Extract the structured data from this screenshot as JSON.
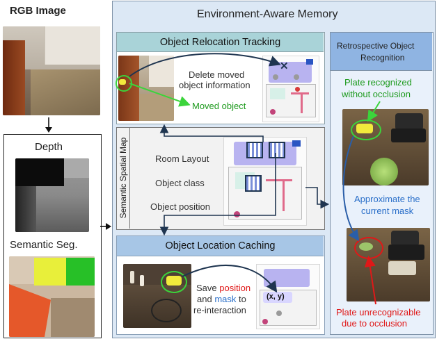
{
  "left": {
    "rgb_title": "RGB Image",
    "depth_title": "Depth",
    "semantic_title": "Semantic Seg."
  },
  "memory": {
    "title": "Environment-Aware Memory",
    "relocation": {
      "title": "Object Relocation Tracking",
      "delete_line1": "Delete moved",
      "delete_line2": "object information",
      "moved_label": "Moved object"
    },
    "spatial_map": {
      "side_label": "Semantic Spatial Map",
      "items": [
        "Room Layout",
        "Object class",
        "Object position"
      ]
    },
    "caching": {
      "title": "Object Location Caching",
      "line1_pre": "Save ",
      "line1_em": "position",
      "line2_pre": "and ",
      "line2_em": "mask",
      "line2_post": " to",
      "line3": "re-interaction",
      "coord_label": "(x, y)"
    }
  },
  "retro": {
    "title_line1": "Retrospective Object",
    "title_line2": "Recognition",
    "recognized_line1": "Plate recognized",
    "recognized_line2": "without occlusion",
    "approx_line1": "Approximate the",
    "approx_line2": "current mask",
    "unrecog_line1": "Plate unrecognizable",
    "unrecog_line2": "due to occlusion"
  },
  "colors": {
    "memory_bg": "#dce8f5",
    "header_teal": "#a9d3d8",
    "header_blue": "#a7c6e6",
    "retro_header": "#8fb4e2",
    "highlight_green": "#3bd43b",
    "text_green": "#1d9a1d",
    "text_blue": "#2a6fc9",
    "text_red": "#e01818",
    "arrow_dark": "#1f3550"
  }
}
